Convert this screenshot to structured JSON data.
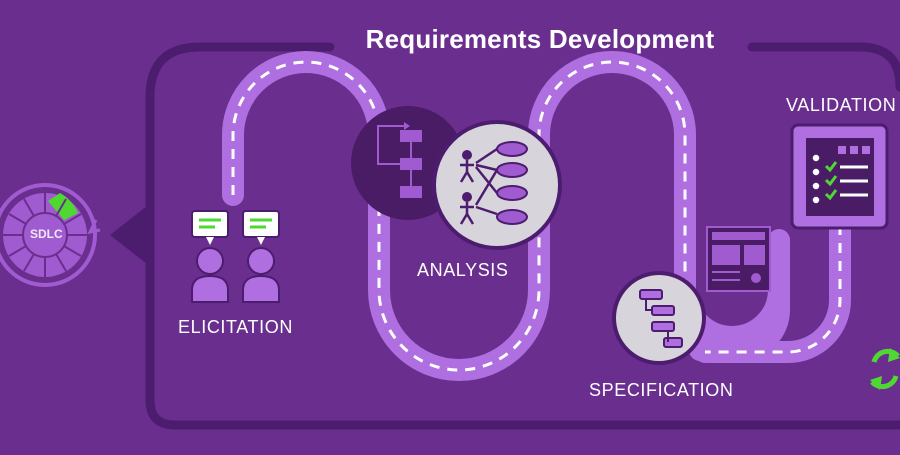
{
  "diagram": {
    "title": "Requirements Development",
    "cycle_label": "SDLC",
    "stages": [
      {
        "id": "elicitation",
        "label": "ELICITATION"
      },
      {
        "id": "analysis",
        "label": "ANALYSIS"
      },
      {
        "id": "specification",
        "label": "SPECIFICATION"
      },
      {
        "id": "validation",
        "label": "VALIDATION"
      }
    ],
    "colors": {
      "background": "#6a2f8e",
      "frame": "#4c1d6e",
      "path": "#b06fe0",
      "path_dash": "#ffffff",
      "icon_light": "#d8d4dc",
      "icon_purple": "#a05bd0",
      "accent": "#4fd832",
      "dark_circle": "#4a1c66"
    },
    "icons": [
      "sdlc-wheel-icon",
      "people-chat-icon",
      "flowchart-icon",
      "use-case-diagram-icon",
      "document-screen-icon",
      "gantt-icon",
      "checklist-icon",
      "refresh-icon"
    ]
  }
}
